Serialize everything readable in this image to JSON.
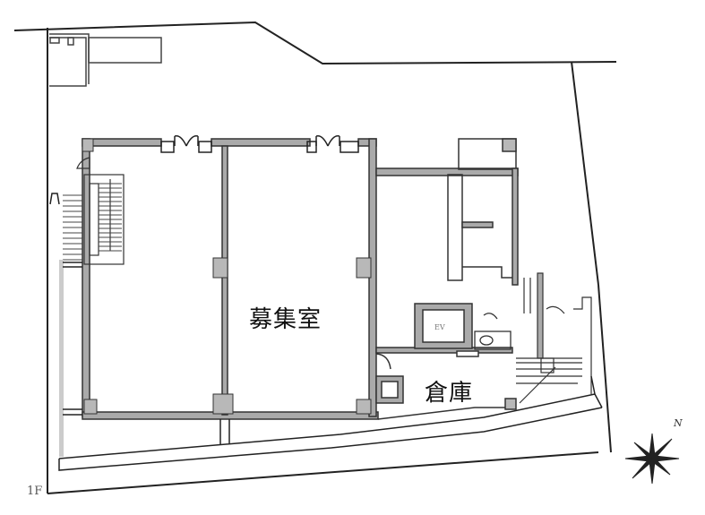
{
  "floor_plan": {
    "floor_label": "1F",
    "rooms": [
      {
        "id": "recruit-room",
        "label": "募集室"
      },
      {
        "id": "storage",
        "label": "倉庫"
      }
    ],
    "elevator_label": "EV",
    "north_label": "N",
    "colors": {
      "line": "#222222",
      "wall_fill": "#9a9a9a",
      "column_fill": "#b8b8b8",
      "background": "#ffffff"
    }
  }
}
